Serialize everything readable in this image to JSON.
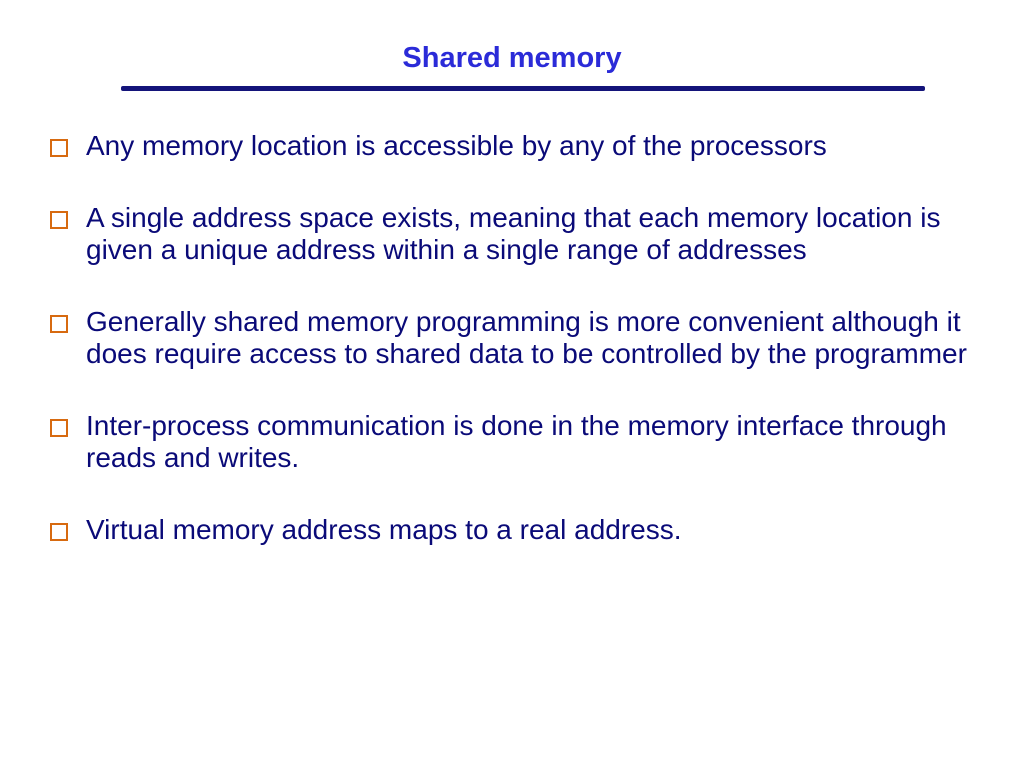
{
  "slide": {
    "title": "Shared memory",
    "bullets": [
      {
        "icon": "square-bullet-icon",
        "text": "Any memory location is accessible by any of the processors"
      },
      {
        "icon": "square-bullet-icon",
        "text": "A single address space exists, meaning that each memory location is given a unique address within a single range of addresses"
      },
      {
        "icon": "square-bullet-icon",
        "text": "Generally shared memory programming is more convenient although it does require access to shared data to be controlled by the programmer"
      },
      {
        "icon": "square-bullet-icon",
        "text": "Inter-process communication is done in the memory interface through reads and writes."
      },
      {
        "icon": "square-bullet-icon",
        "text": "Virtual memory address maps to a real address."
      }
    ]
  },
  "colors": {
    "title": "#2b2bd8",
    "rule": "#14147a",
    "body_text": "#0a0a78",
    "bullet_border": "#d76a10"
  }
}
